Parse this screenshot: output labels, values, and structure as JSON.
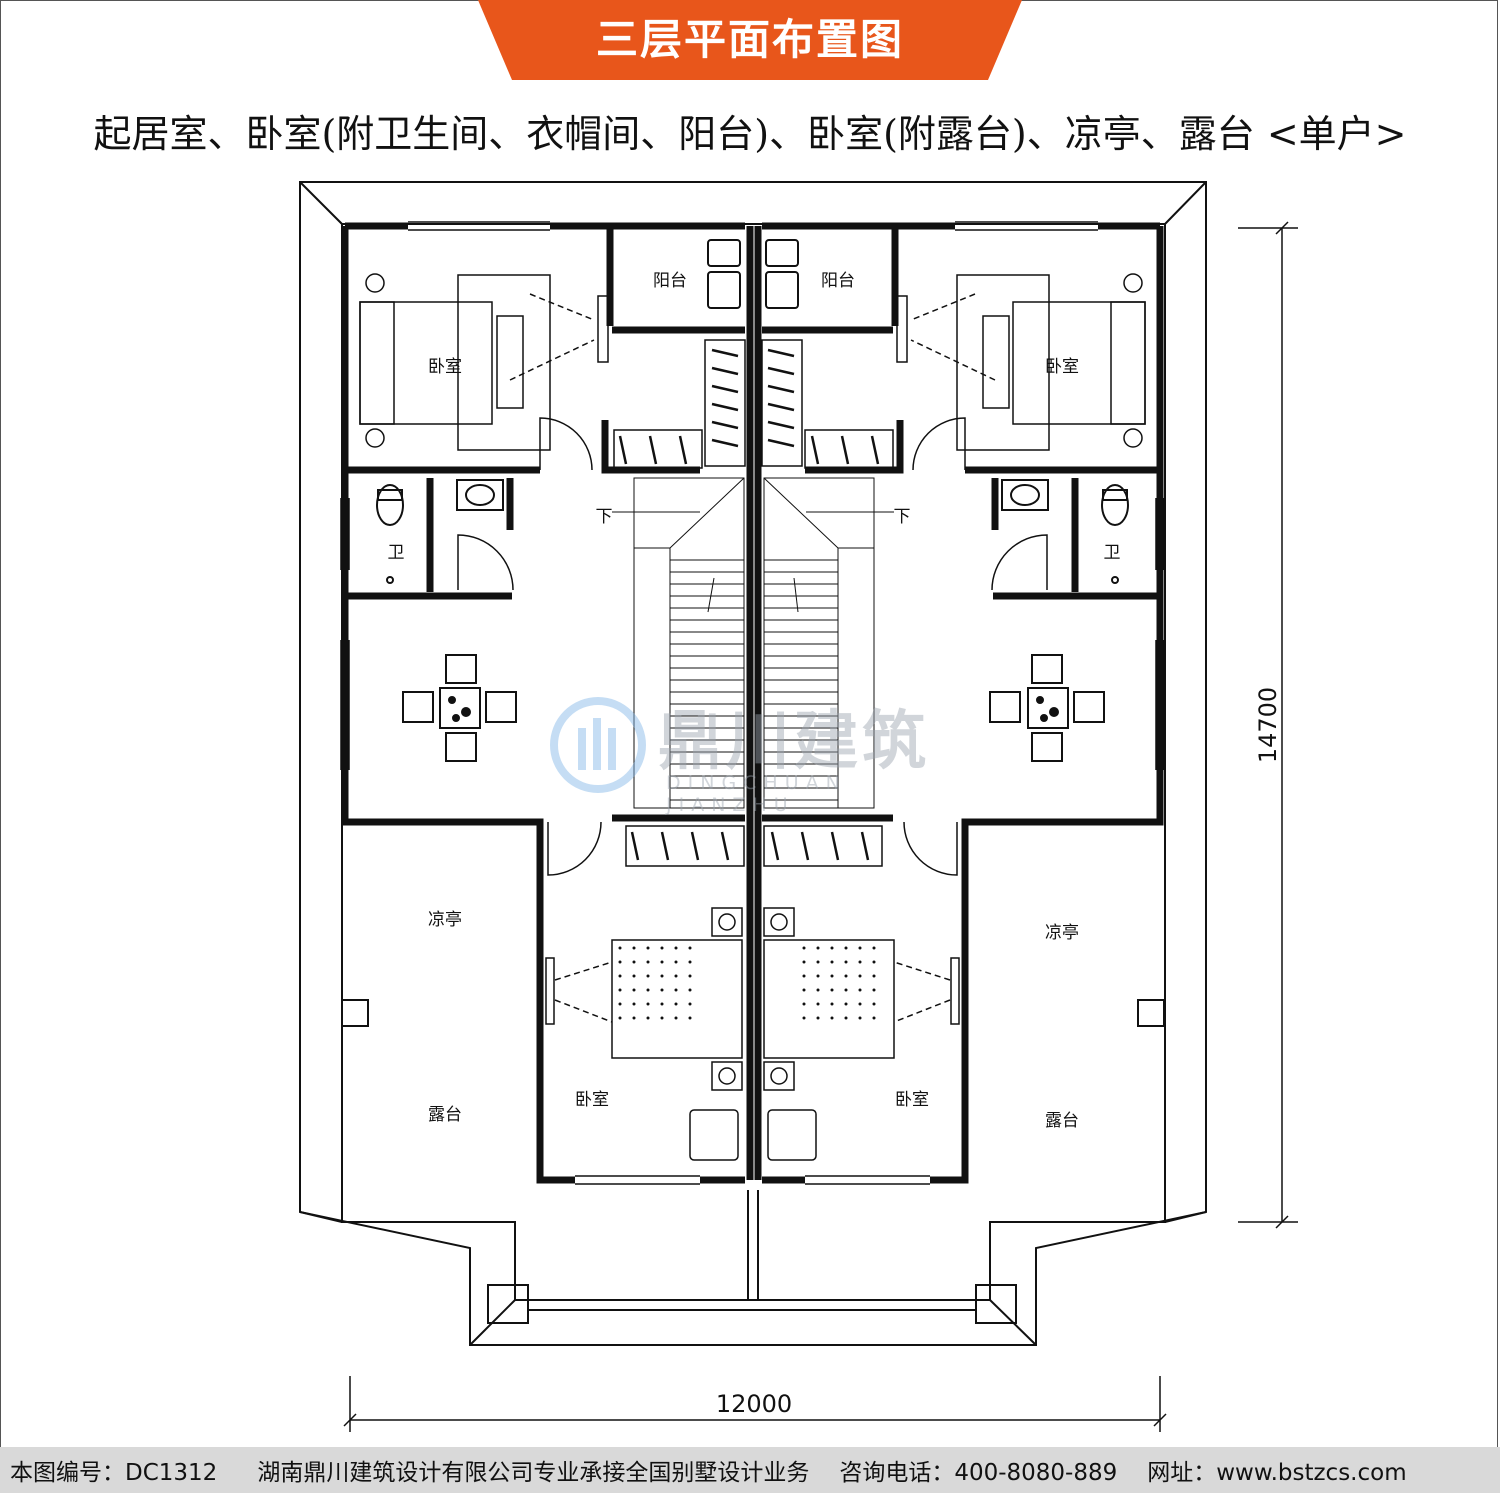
{
  "header": {
    "title": "三层平面布置图",
    "subtitle": "起居室、卧室(附卫生间、衣帽间、阳台)、卧室(附露台)、凉亭、露台 <单户>",
    "banner_color": "#e8561b"
  },
  "rooms": {
    "balcony_left": "阳台",
    "balcony_right": "阳台",
    "bedroom_top_left": "卧室",
    "bedroom_top_right": "卧室",
    "bath_left": "卫",
    "bath_right": "卫",
    "stair_down_left": "下",
    "stair_down_right": "下",
    "pavilion_left": "凉亭",
    "pavilion_right": "凉亭",
    "terrace_left": "露台",
    "terrace_right": "露台",
    "bedroom_bottom_left": "卧室",
    "bedroom_bottom_right": "卧室"
  },
  "dimensions": {
    "width": "12000",
    "depth": "14700"
  },
  "watermark": {
    "cn": "鼎川建筑",
    "en": "DINGCHUAN JIANZHU"
  },
  "footer": {
    "code": "本图编号：DC1312",
    "company": "湖南鼎川建筑设计有限公司专业承接全国别墅设计业务",
    "phone": "咨询电话：400-8080-889",
    "website": "网址：www.bstzcs.com"
  }
}
